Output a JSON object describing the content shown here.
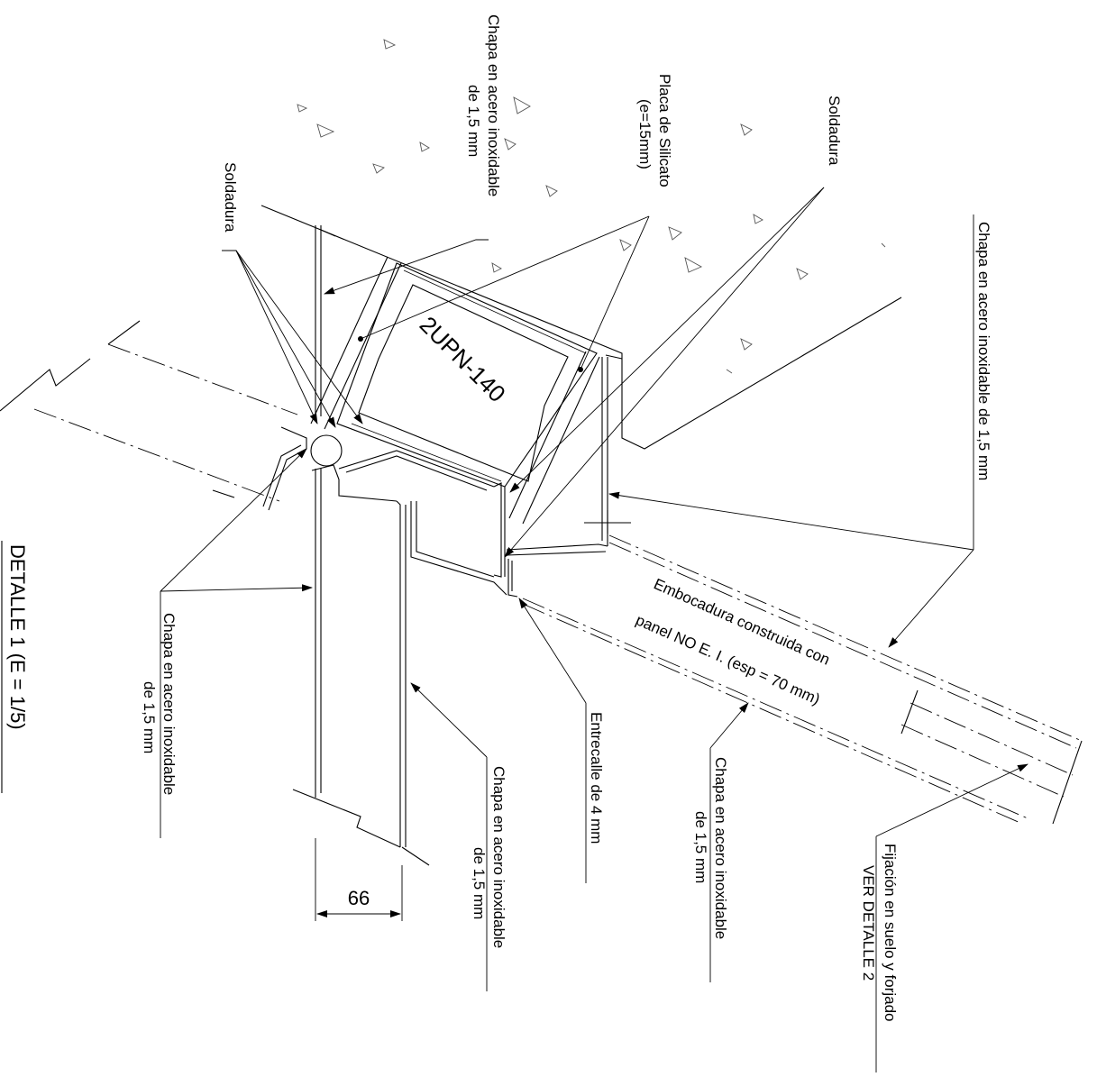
{
  "title": "DETALLE 1 (E = 1/5)",
  "profile": "2UPN-140",
  "dimension": "66",
  "labels": {
    "chapa_top_l1": "Chapa en acero inoxidable",
    "chapa_top_l2": "de 1,5 mm",
    "placa_l1": "Placa de Silicato",
    "placa_l2": "(e=15mm)",
    "soldadura_left": "Soldadura",
    "soldadura_right": "Soldadura",
    "chapa_right": "Chapa en acero inoxidable de 1,5 mm",
    "embocadura_l1": "Embocadura construida con",
    "embocadura_l2": "panel NO E. I. (esp = 70 mm)",
    "chapa_left_l1": "Chapa en acero inoxidable",
    "chapa_left_l2": "de 1,5 mm",
    "entrecalle": "Entrecalle de 4 mm",
    "chapa_mid_l1": "Chapa en acero inoxidable",
    "chapa_mid_l2": "de 1,5 mm",
    "chapa_bottom_l1": "Chapa en acero inoxidable",
    "chapa_bottom_l2": "de 1,5 mm",
    "fijacion_l1": "Fijación en suelo y  forjado",
    "fijacion_l2": "VER DETALLE 2"
  }
}
